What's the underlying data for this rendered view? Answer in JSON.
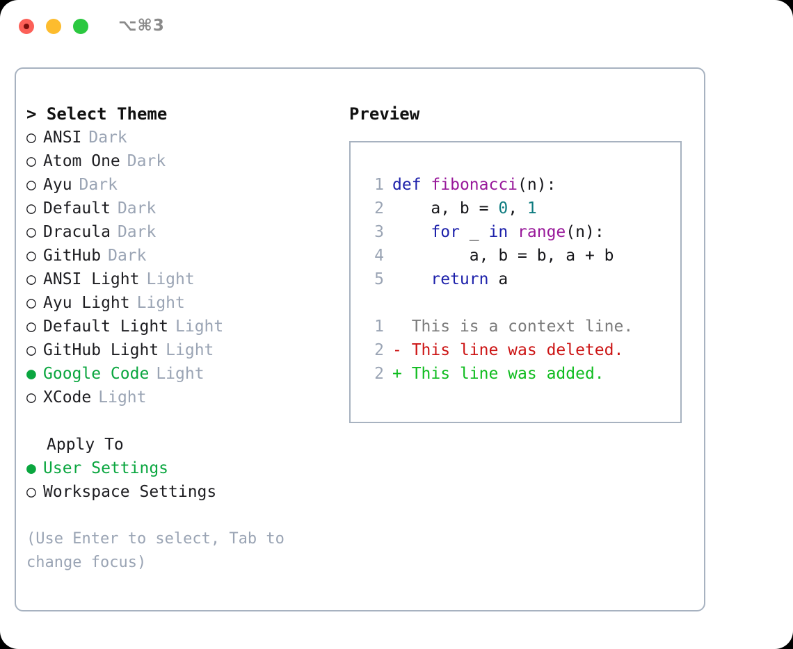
{
  "titlebar": {
    "shortcut": "⌥⌘3",
    "controls": [
      {
        "name": "close",
        "color": "#fc6058"
      },
      {
        "name": "minimize",
        "color": "#fdbc2e"
      },
      {
        "name": "maximize",
        "color": "#2bc840"
      }
    ]
  },
  "left": {
    "heading": "> Select Theme",
    "themes": [
      {
        "bullet": "○",
        "label": "ANSI",
        "tag": "Dark",
        "selected": false
      },
      {
        "bullet": "○",
        "label": "Atom One",
        "tag": "Dark",
        "selected": false
      },
      {
        "bullet": "○",
        "label": "Ayu",
        "tag": "Dark",
        "selected": false
      },
      {
        "bullet": "○",
        "label": "Default",
        "tag": "Dark",
        "selected": false
      },
      {
        "bullet": "○",
        "label": "Dracula",
        "tag": "Dark",
        "selected": false
      },
      {
        "bullet": "○",
        "label": "GitHub",
        "tag": "Dark",
        "selected": false
      },
      {
        "bullet": "○",
        "label": "ANSI Light",
        "tag": "Light",
        "selected": false
      },
      {
        "bullet": "○",
        "label": "Ayu Light",
        "tag": "Light",
        "selected": false
      },
      {
        "bullet": "○",
        "label": "Default Light",
        "tag": "Light",
        "selected": false
      },
      {
        "bullet": "○",
        "label": "GitHub Light",
        "tag": "Light",
        "selected": false
      },
      {
        "bullet": "●",
        "label": "Google Code",
        "tag": "Light",
        "selected": true
      },
      {
        "bullet": "○",
        "label": "XCode",
        "tag": "Light",
        "selected": false
      }
    ],
    "apply_heading": "Apply To",
    "apply_options": [
      {
        "bullet": "●",
        "label": "User Settings",
        "selected": true
      },
      {
        "bullet": "○",
        "label": "Workspace Settings",
        "selected": false
      }
    ],
    "hint": "(Use Enter to select, Tab to change focus)"
  },
  "right": {
    "heading": "Preview",
    "code_lines": [
      {
        "num": "1",
        "tokens": [
          {
            "t": "def",
            "c": "kw"
          },
          {
            "t": " ",
            "c": "plain"
          },
          {
            "t": "fibonacci",
            "c": "fn"
          },
          {
            "t": "(n):",
            "c": "punct"
          }
        ]
      },
      {
        "num": "2",
        "tokens": [
          {
            "t": "    a, b = ",
            "c": "plain"
          },
          {
            "t": "0",
            "c": "num"
          },
          {
            "t": ", ",
            "c": "plain"
          },
          {
            "t": "1",
            "c": "num"
          }
        ]
      },
      {
        "num": "3",
        "tokens": [
          {
            "t": "    ",
            "c": "plain"
          },
          {
            "t": "for",
            "c": "kw"
          },
          {
            "t": " _ ",
            "c": "plain"
          },
          {
            "t": "in",
            "c": "kw"
          },
          {
            "t": " ",
            "c": "plain"
          },
          {
            "t": "range",
            "c": "fn"
          },
          {
            "t": "(n):",
            "c": "punct"
          }
        ]
      },
      {
        "num": "4",
        "tokens": [
          {
            "t": "        a, b = b, a + b",
            "c": "plain"
          }
        ]
      },
      {
        "num": "5",
        "tokens": [
          {
            "t": "    ",
            "c": "plain"
          },
          {
            "t": "return",
            "c": "kw"
          },
          {
            "t": " a",
            "c": "plain"
          }
        ]
      }
    ],
    "diff_lines": [
      {
        "num": "1",
        "marker": " ",
        "text": " This is a context line.",
        "kind": "ctx"
      },
      {
        "num": "2",
        "marker": "-",
        "text": " This line was deleted.",
        "kind": "del"
      },
      {
        "num": "2",
        "marker": "+",
        "text": " This line was added.",
        "kind": "add"
      }
    ]
  },
  "colors": {
    "accent_green": "#0aa63f",
    "muted": "#9aa4b4",
    "border": "#a7b2c0",
    "keyword": "#1c20aa",
    "function": "#98189a",
    "number": "#0e7c80",
    "diff_add": "#0fbc1f",
    "diff_del": "#cc1414",
    "diff_ctx": "#7b7b7b"
  }
}
